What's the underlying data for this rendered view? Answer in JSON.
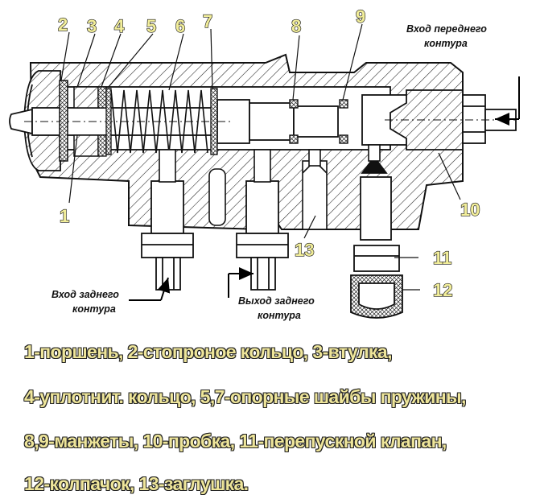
{
  "callouts": [
    {
      "id": "1",
      "text": "1"
    },
    {
      "id": "2",
      "text": "2"
    },
    {
      "id": "3",
      "text": "3"
    },
    {
      "id": "4",
      "text": "4"
    },
    {
      "id": "5",
      "text": "5"
    },
    {
      "id": "6",
      "text": "6"
    },
    {
      "id": "7",
      "text": "7"
    },
    {
      "id": "8",
      "text": "8"
    },
    {
      "id": "9",
      "text": "9"
    },
    {
      "id": "10",
      "text": "10"
    },
    {
      "id": "11",
      "text": "11"
    },
    {
      "id": "12",
      "text": "12"
    },
    {
      "id": "13",
      "text": "13"
    }
  ],
  "ports": {
    "front_in_line1": "Вход переднего",
    "front_in_line2": "контура",
    "rear_in_line1": "Вход заднего",
    "rear_in_line2": "контура",
    "rear_out_line1": "Выход заднего",
    "rear_out_line2": "контура"
  },
  "legend": [
    "1-поршень, 2-стопроное кольцо, 3-втулка,",
    "4-уплотнит. кольцо, 5,7-опорные шайбы пружины,",
    "8,9-манжеты, 10-пробка, 11-перепускной клапан,",
    "12-колпачок, 13-заглушка."
  ]
}
